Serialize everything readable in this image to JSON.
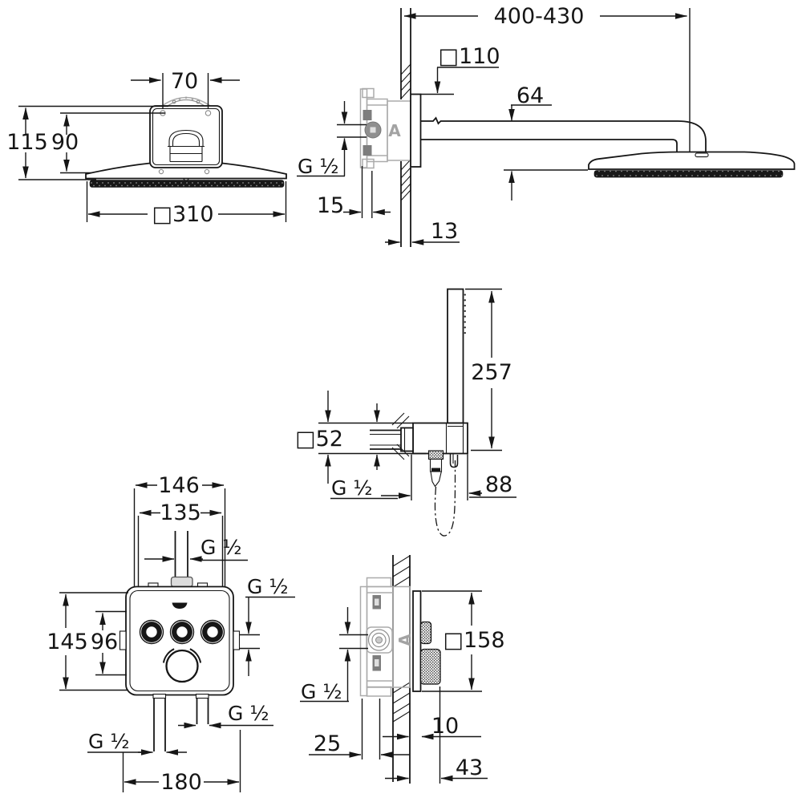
{
  "colors": {
    "line": "#161616",
    "secondary_gray": "#ababab",
    "background": "#ffffff"
  },
  "views": {
    "head_front": {
      "hole_spacing": "70",
      "height_total": "115",
      "height_body": "90",
      "width": "□310"
    },
    "head_side": {
      "arm_length": "400-430",
      "escutcheon": "□110",
      "head_drop": "64",
      "thread": "G ¹⁄₂",
      "depth": "15",
      "wall_offset": "13"
    },
    "hand_shower": {
      "length": "257",
      "holder_plate": "□52",
      "thread": "G ¹⁄₂",
      "wall_distance": "88"
    },
    "valve_front": {
      "width_outer": "146",
      "width_inner": "135",
      "thread_top": "G ¹⁄₂",
      "thread_right": "G ¹⁄₂",
      "height": "145",
      "height_inner": "96",
      "thread_bottom_right": "G ¹⁄₂",
      "thread_bottom_left": "G ¹⁄₂",
      "width_bottom": "180"
    },
    "valve_side": {
      "plate": "□158",
      "thread": "G ¹⁄₂",
      "depth_box": "25",
      "plate_offset": "10",
      "knob_depth": "43"
    },
    "markers": {
      "a_head": "A",
      "a_valve": "A"
    }
  }
}
